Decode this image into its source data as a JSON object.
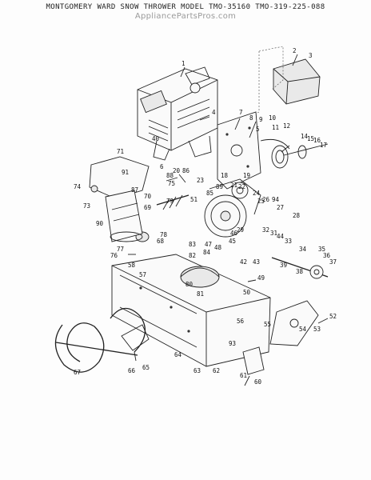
{
  "header": {
    "title": "MONTGOMERY WARD SNOW THROWER MODEL TMO-35160 TMO-319-225-088",
    "watermark": "AppliancePartsPros.com"
  },
  "callouts": [
    {
      "id": "c1",
      "text": "1"
    },
    {
      "id": "c2",
      "text": "2"
    },
    {
      "id": "c3",
      "text": "3"
    },
    {
      "id": "c4",
      "text": "4"
    },
    {
      "id": "c5",
      "text": "5"
    },
    {
      "id": "c6",
      "text": "6"
    },
    {
      "id": "c7",
      "text": "7"
    },
    {
      "id": "c8",
      "text": "8"
    },
    {
      "id": "c9",
      "text": "9"
    },
    {
      "id": "c10",
      "text": "10"
    },
    {
      "id": "c11",
      "text": "11"
    },
    {
      "id": "c12",
      "text": "12"
    },
    {
      "id": "c14",
      "text": "14"
    },
    {
      "id": "c15",
      "text": "15"
    },
    {
      "id": "c16",
      "text": "16"
    },
    {
      "id": "c17",
      "text": "17"
    },
    {
      "id": "c18",
      "text": "18"
    },
    {
      "id": "c19",
      "text": "19"
    },
    {
      "id": "c20",
      "text": "20"
    },
    {
      "id": "c21",
      "text": "21"
    },
    {
      "id": "c22",
      "text": "22"
    },
    {
      "id": "c23",
      "text": "23"
    },
    {
      "id": "c24",
      "text": "24"
    },
    {
      "id": "c25",
      "text": "25"
    },
    {
      "id": "c26",
      "text": "26"
    },
    {
      "id": "c27",
      "text": "27"
    },
    {
      "id": "c28",
      "text": "28"
    },
    {
      "id": "c29",
      "text": "29"
    },
    {
      "id": "c31",
      "text": "31"
    },
    {
      "id": "c32",
      "text": "32"
    },
    {
      "id": "c33",
      "text": "33"
    },
    {
      "id": "c34",
      "text": "34"
    },
    {
      "id": "c35",
      "text": "35"
    },
    {
      "id": "c36",
      "text": "36"
    },
    {
      "id": "c37",
      "text": "37"
    },
    {
      "id": "c38",
      "text": "38"
    },
    {
      "id": "c39",
      "text": "39"
    },
    {
      "id": "c40",
      "text": "40"
    },
    {
      "id": "c42",
      "text": "42"
    },
    {
      "id": "c43",
      "text": "43"
    },
    {
      "id": "c44",
      "text": "44"
    },
    {
      "id": "c45",
      "text": "45"
    },
    {
      "id": "c46",
      "text": "46"
    },
    {
      "id": "c47",
      "text": "47"
    },
    {
      "id": "c48",
      "text": "48"
    },
    {
      "id": "c49",
      "text": "49"
    },
    {
      "id": "c50",
      "text": "50"
    },
    {
      "id": "c51",
      "text": "51"
    },
    {
      "id": "c52",
      "text": "52"
    },
    {
      "id": "c53",
      "text": "53"
    },
    {
      "id": "c54",
      "text": "54"
    },
    {
      "id": "c55",
      "text": "55"
    },
    {
      "id": "c56",
      "text": "56"
    },
    {
      "id": "c57",
      "text": "57"
    },
    {
      "id": "c58",
      "text": "58"
    },
    {
      "id": "c60",
      "text": "60"
    },
    {
      "id": "c61",
      "text": "61"
    },
    {
      "id": "c62",
      "text": "62"
    },
    {
      "id": "c63",
      "text": "63"
    },
    {
      "id": "c64",
      "text": "64"
    },
    {
      "id": "c65",
      "text": "65"
    },
    {
      "id": "c66",
      "text": "66"
    },
    {
      "id": "c67",
      "text": "67"
    },
    {
      "id": "c68",
      "text": "68"
    },
    {
      "id": "c69",
      "text": "69"
    },
    {
      "id": "c70",
      "text": "70"
    },
    {
      "id": "c71",
      "text": "71"
    },
    {
      "id": "c73",
      "text": "73"
    },
    {
      "id": "c74",
      "text": "74"
    },
    {
      "id": "c75",
      "text": "75"
    },
    {
      "id": "c76",
      "text": "76"
    },
    {
      "id": "c77",
      "text": "77"
    },
    {
      "id": "c78",
      "text": "78"
    },
    {
      "id": "c79",
      "text": "79"
    },
    {
      "id": "c80",
      "text": "80"
    },
    {
      "id": "c81",
      "text": "81"
    },
    {
      "id": "c82",
      "text": "82"
    },
    {
      "id": "c83",
      "text": "83"
    },
    {
      "id": "c84",
      "text": "84"
    },
    {
      "id": "c85",
      "text": "85"
    },
    {
      "id": "c86",
      "text": "86"
    },
    {
      "id": "c87",
      "text": "87"
    },
    {
      "id": "c88",
      "text": "88"
    },
    {
      "id": "c89",
      "text": "89"
    },
    {
      "id": "c90",
      "text": "90"
    },
    {
      "id": "c91",
      "text": "91"
    },
    {
      "id": "c93",
      "text": "93"
    },
    {
      "id": "c94",
      "text": "94"
    }
  ]
}
